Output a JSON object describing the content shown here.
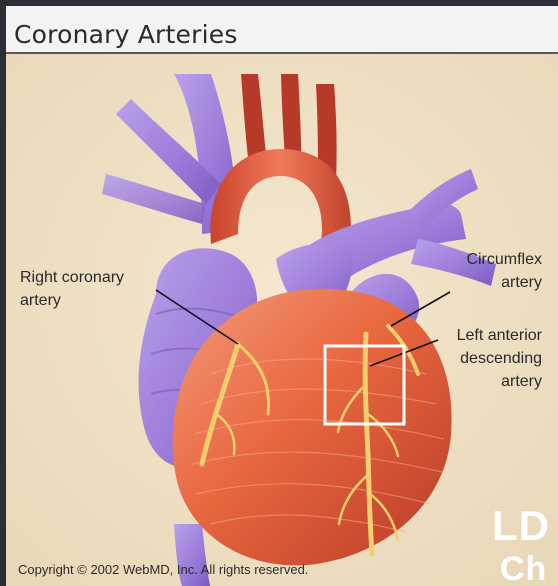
{
  "title": "Coronary Arteries",
  "labels": {
    "right_coronary": "Right coronary\nartery",
    "circumflex": "Circumflex\nartery",
    "lad": "Left anterior\ndescending\nartery"
  },
  "copyright": "Copyright © 2002 WebMD, Inc. All rights reserved.",
  "overlay_text": {
    "line1": "LD",
    "line2": "Ch"
  },
  "colors": {
    "background_dark": "#2b2f33",
    "panel": "#f3f3f3",
    "vessel_purple": "#9a7ad8",
    "heart_red": "#d8543a",
    "artery_yellow": "#f2cf6e",
    "highlight_box": "#ffffff"
  }
}
